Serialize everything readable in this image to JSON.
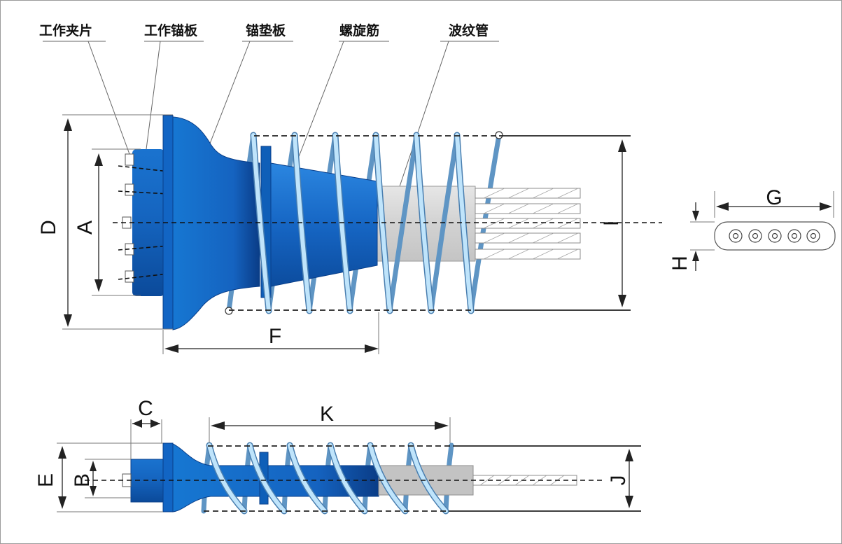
{
  "callouts": {
    "working_wedge": "工作夹片",
    "working_anchor_plate": "工作锚板",
    "anchor_bearing_plate": "锚垫板",
    "spiral_rebar": "螺旋筋",
    "corrugated_duct": "波纹管"
  },
  "dimensions": {
    "A": "A",
    "B": "B",
    "C": "C",
    "D": "D",
    "E": "E",
    "F": "F",
    "G": "G",
    "H": "H",
    "I": "I",
    "J": "J",
    "K": "K"
  },
  "colors": {
    "anchor_blue": "#1565c0",
    "anchor_dark": "#0a3f8a",
    "spiral_light": "#bfe4fb",
    "spiral_edge": "#4a7fb0",
    "duct_gray": "#d8d8d8"
  }
}
